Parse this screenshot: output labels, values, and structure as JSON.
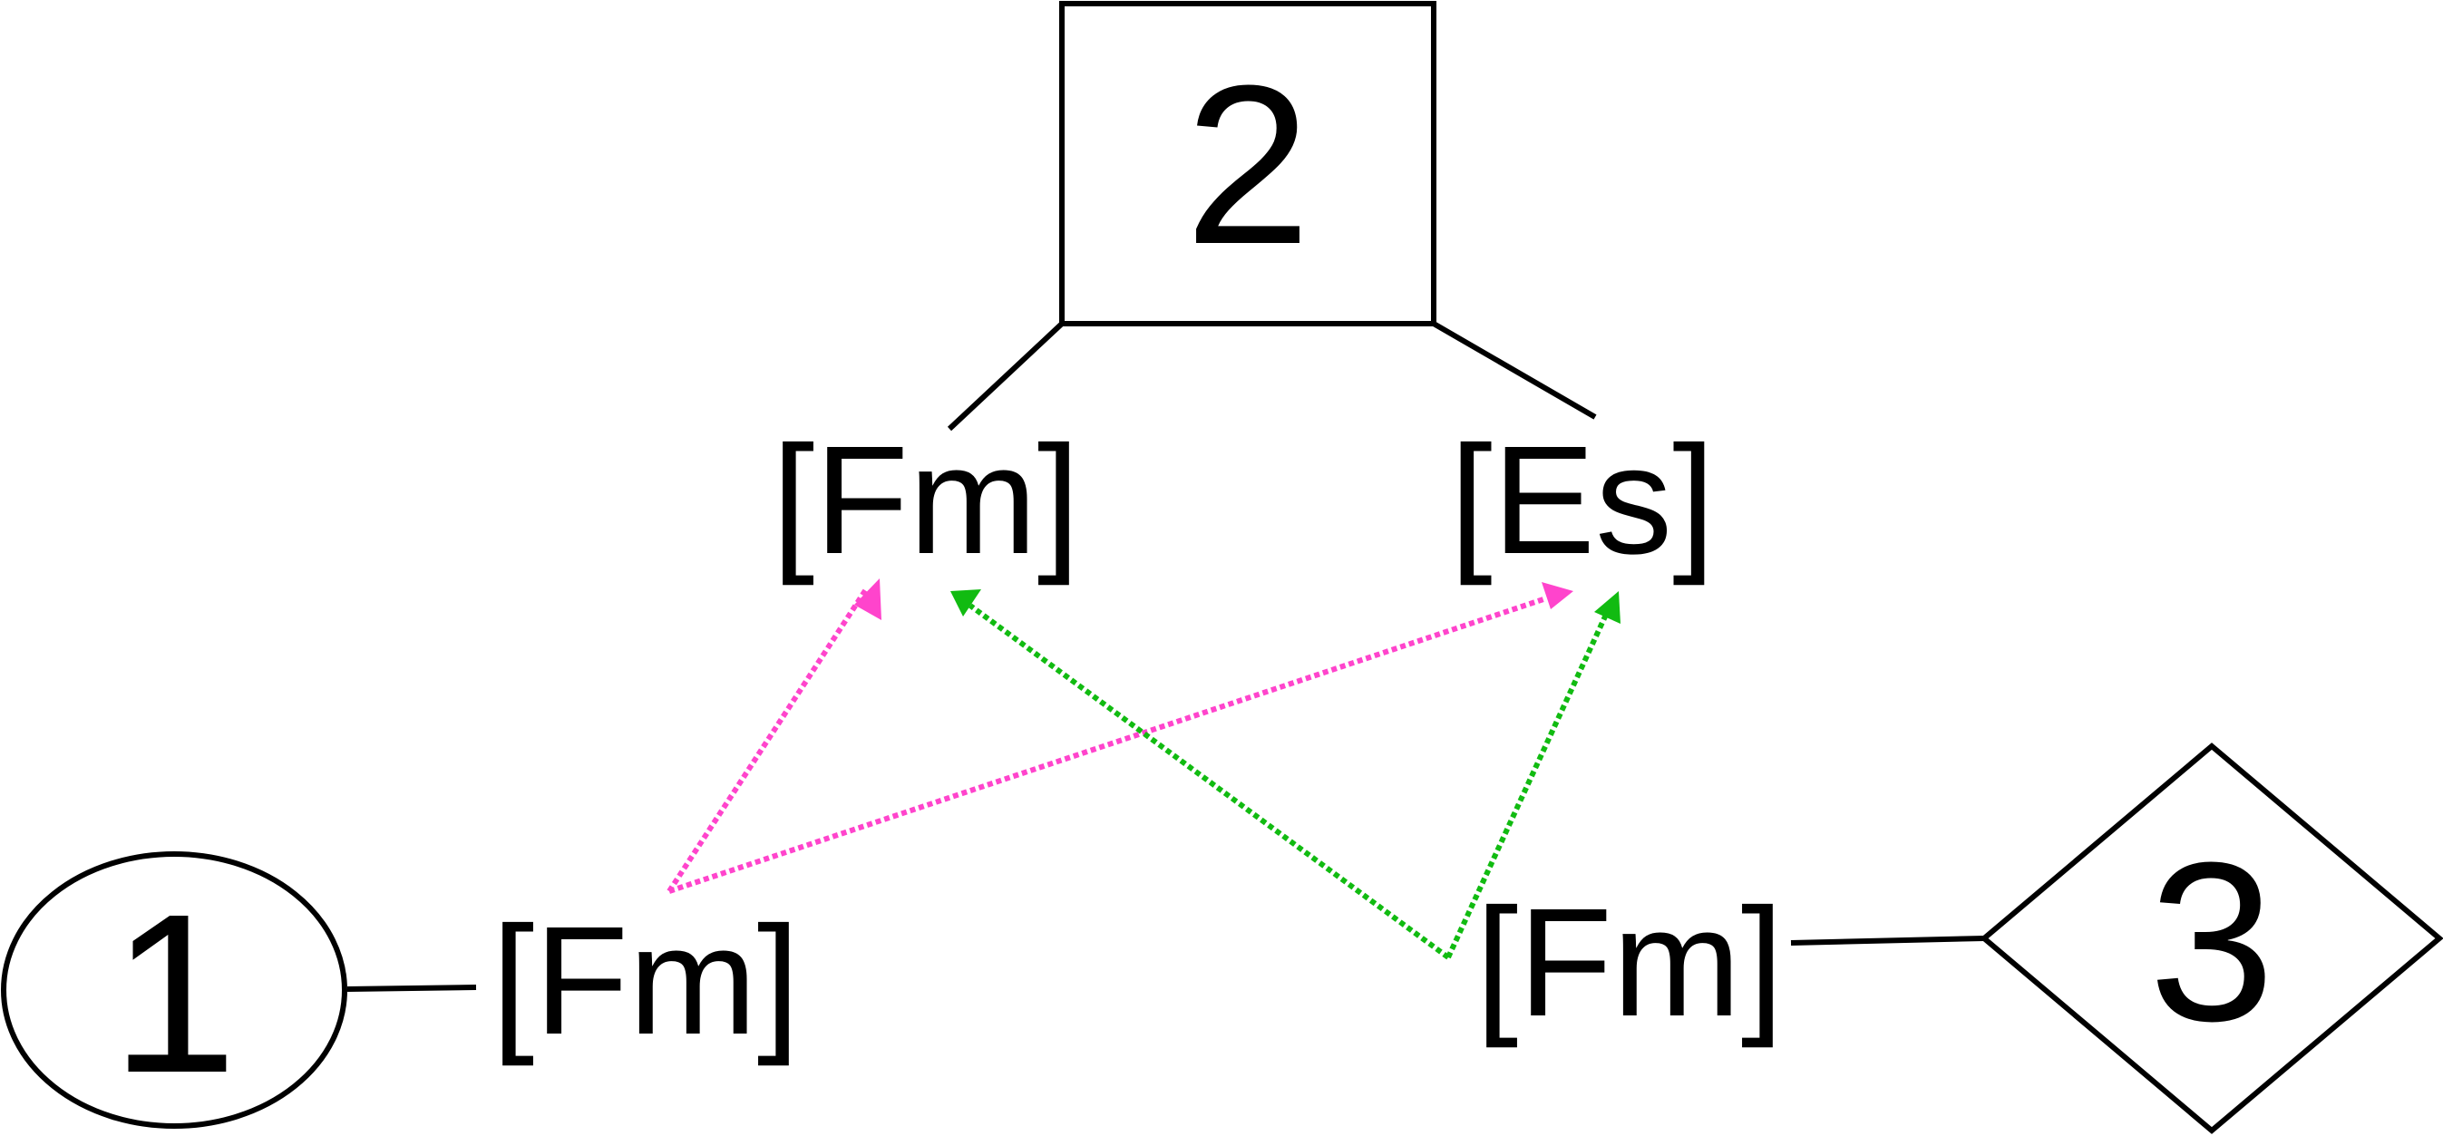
{
  "nodes": {
    "n1": {
      "label": "1",
      "shape": "ellipse"
    },
    "n2": {
      "label": "2",
      "shape": "rectangle"
    },
    "n3": {
      "label": "3",
      "shape": "diamond"
    }
  },
  "molecules": {
    "m1": {
      "label": "[Fm]"
    },
    "m2a": {
      "label": "[Fm]"
    },
    "m2b": {
      "label": "[Es]"
    },
    "m3": {
      "label": "[Fm]"
    }
  },
  "colors": {
    "outline": "#000000",
    "arrow_from_1": "#ff44cc",
    "arrow_from_3": "#11bb11"
  },
  "edges": [
    {
      "from": "n1",
      "to": "m1"
    },
    {
      "from": "n2",
      "to": "m2a"
    },
    {
      "from": "n2",
      "to": "m2b"
    },
    {
      "from": "n3",
      "to": "m3"
    }
  ],
  "arrows": [
    {
      "from": "m1",
      "to": "m2a",
      "color": "arrow_from_1",
      "style": "dotted"
    },
    {
      "from": "m1",
      "to": "m2b",
      "color": "arrow_from_1",
      "style": "dotted"
    },
    {
      "from": "m3",
      "to": "m2a",
      "color": "arrow_from_3",
      "style": "dotted"
    },
    {
      "from": "m3",
      "to": "m2b",
      "color": "arrow_from_3",
      "style": "dotted"
    }
  ]
}
